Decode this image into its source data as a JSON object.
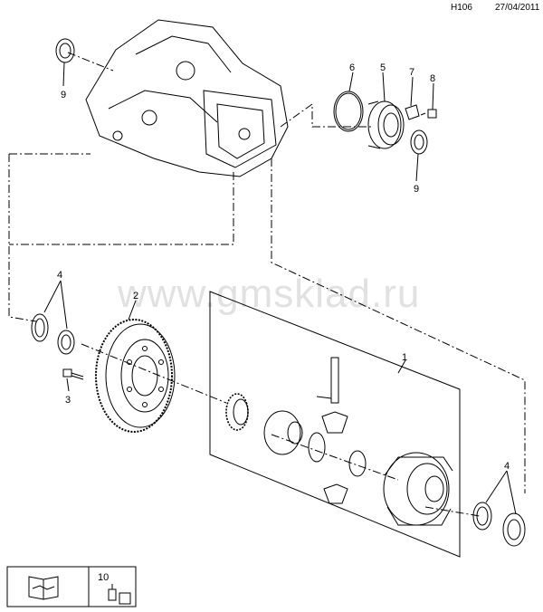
{
  "header": {
    "code": "H106",
    "date": "27/04/2011"
  },
  "watermark": "www.gmsklad.ru",
  "callouts": {
    "c1": "1",
    "c2": "2",
    "c3": "3",
    "c4a": "4",
    "c4b": "4",
    "c5": "5",
    "c6": "6",
    "c7": "7",
    "c8": "8",
    "c9a": "9",
    "c9b": "9",
    "c10": "10"
  },
  "legend": {
    "item_number": "10"
  }
}
